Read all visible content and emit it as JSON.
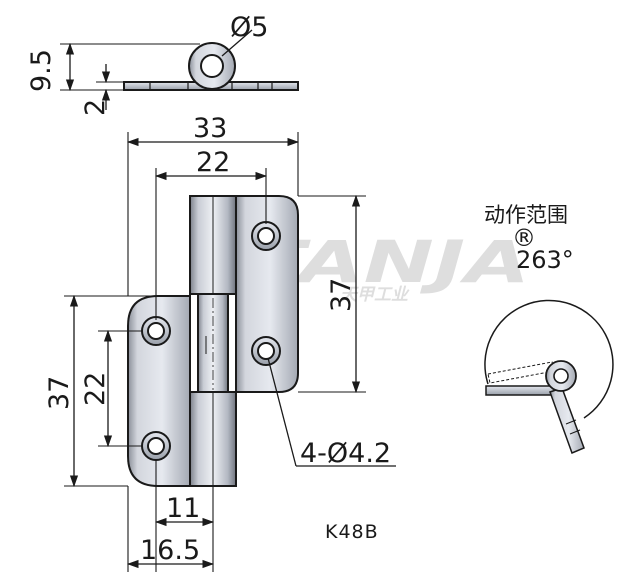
{
  "dimensions": {
    "pin_diameter": "Ø5",
    "height_top": "9.5",
    "plate_thickness": "2",
    "overall_width": "33",
    "hole_span_horizontal": "22",
    "right_leaf_height": "37",
    "left_leaf_height": "37",
    "hole_span_vertical": "22",
    "hole_callout": "4-Ø4.2",
    "hinge_offset_small": "11",
    "hinge_offset_large": "16.5"
  },
  "rotation": {
    "label": "动作范围",
    "angle": "263°"
  },
  "watermark": {
    "brand": "TANJA",
    "registered_mark": "®",
    "chinese": "天甲工业"
  },
  "model": "K48B",
  "colors": {
    "line": "#1a1a1a",
    "metal_light": "#e9ecf2",
    "metal_mid": "#b8bdc7",
    "metal_dark": "#7c818b",
    "watermark": "#c4c4c4"
  }
}
